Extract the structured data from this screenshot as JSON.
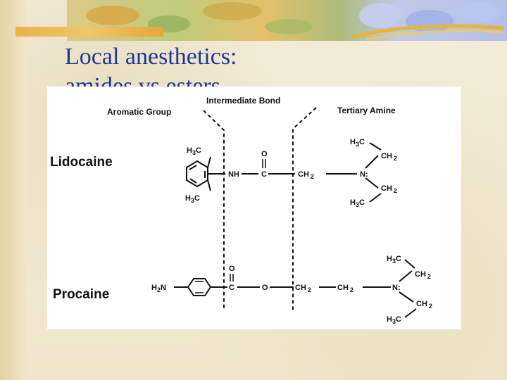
{
  "slide": {
    "title": "Local anesthetics:",
    "subtitle_partial": "amides vs esters"
  },
  "diagram": {
    "regions": {
      "aromatic": "Aromatic  Group",
      "intermediate": "Intermediate  Bond",
      "amine": "Tertiary  Amine"
    },
    "lidocaine": {
      "name": "Lidocaine",
      "methyl": "H",
      "methyl_sub": "3",
      "methyl_c": "C",
      "nh": "NH",
      "carbonyl_o": "O",
      "carbonyl_c": "C",
      "ch": "CH",
      "ch_sub": "2",
      "n": "N:",
      "ethyl_top_ch": "CH",
      "ethyl_top_sub": "2",
      "ethyl_bot_ch": "CH",
      "ethyl_bot_sub": "2"
    },
    "procaine": {
      "name": "Procaine",
      "amino_h": "H",
      "amino_sub": "2",
      "amino_n": "N",
      "carbonyl_o": "O",
      "carbonyl_c": "C",
      "ester_o": "O",
      "ch1": "CH",
      "ch1_sub": "2",
      "ch2": "CH",
      "ch2_sub": "2",
      "n": "N:",
      "ethyl_top_ch": "CH",
      "ethyl_top_sub": "2",
      "ethyl_bot_ch": "CH",
      "ethyl_bot_sub": "2",
      "methyl": "H",
      "methyl_sub": "3",
      "methyl_c": "C"
    }
  },
  "colors": {
    "title": "#1f3796",
    "banner_gold": "#e9b24a",
    "banner_green": "#9bb86a",
    "banner_blue": "#a7b9e6"
  }
}
